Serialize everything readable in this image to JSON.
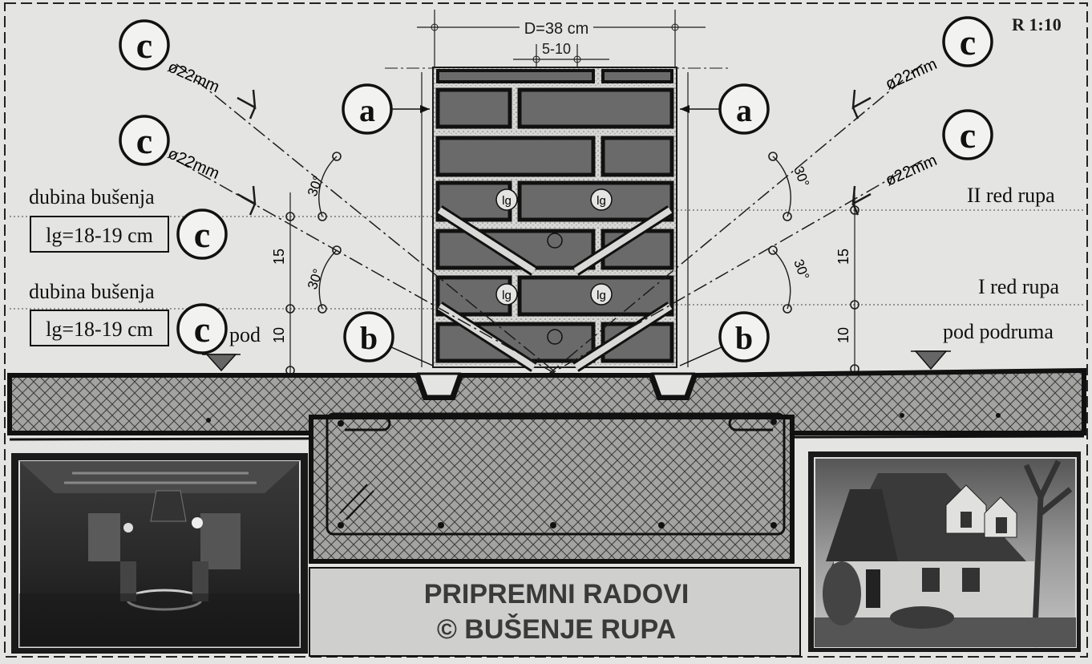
{
  "drawing": {
    "scale": "R 1:10",
    "wall_thickness": "D=38 cm",
    "offset": "5-10",
    "dim_15": "15",
    "dim_10": "10",
    "angle": "30°",
    "hole_diameter": "ø22mm",
    "marker_a": "a",
    "marker_b": "b",
    "marker_c": "c",
    "marker_lg": "lg"
  },
  "left_notes": {
    "depth_label": "dubina bušenja",
    "depth_value": "lg=18-19 cm",
    "floor_label": "pod"
  },
  "right_notes": {
    "row_2": "II red rupa",
    "row_1": "I red rupa",
    "floor_label": "pod podruma"
  },
  "title": {
    "line1": "PRIPREMNI RADOVI",
    "line2": "© BUŠENJE RUPA"
  },
  "photos": {
    "left": "interior-photo",
    "right": "house-photo"
  },
  "colors": {
    "paper": "#e4e4e2",
    "ink": "#1c1c1c",
    "brick": "#6a6a6a",
    "mortar": "#cfcfcd",
    "slab": "#9a9a98",
    "title_bg": "#cfcfcd"
  }
}
